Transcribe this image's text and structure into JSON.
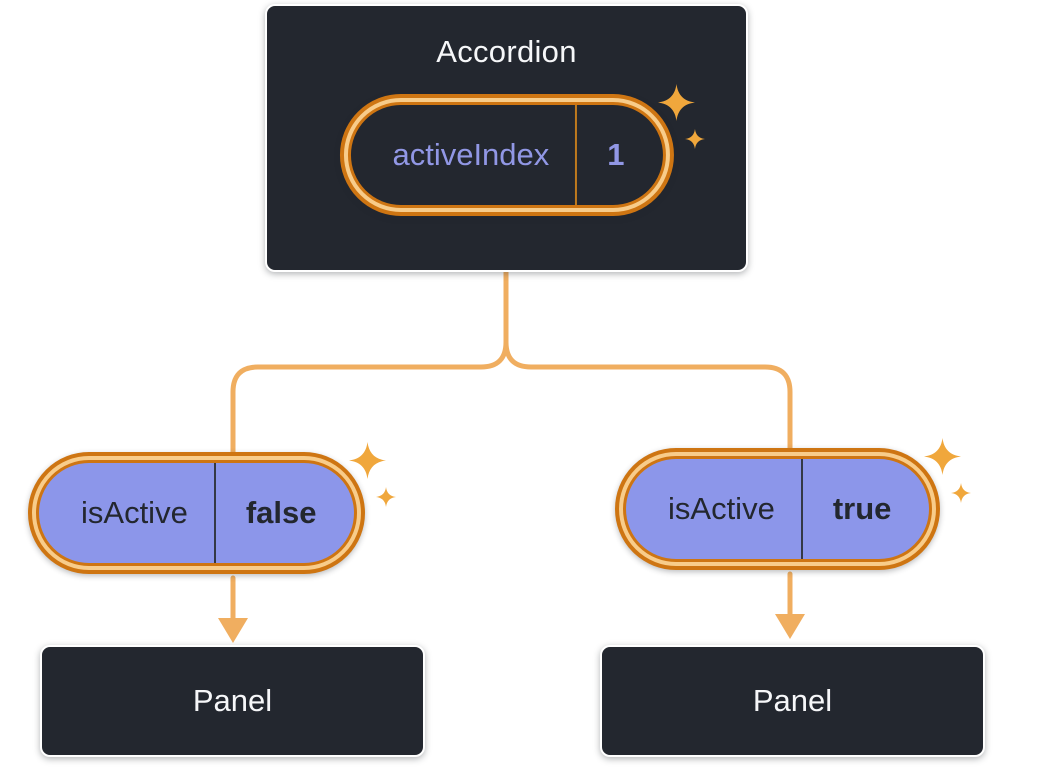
{
  "diagram": {
    "root": {
      "title": "Accordion",
      "pill": {
        "label": "activeIndex",
        "value": "1"
      }
    },
    "left": {
      "pill": {
        "label": "isActive",
        "value": "false"
      },
      "panel": "Panel"
    },
    "right": {
      "pill": {
        "label": "isActive",
        "true_note": "",
        "value": "true"
      },
      "panel": "Panel"
    }
  },
  "colors": {
    "page_bg": "#FFFFFF",
    "box_bg": "#23272F",
    "box_border": "#FFFFFF",
    "title_text": "#F6F7F9",
    "purple_text": "#9197E5",
    "pill_bg": "#8C96EA",
    "dark_text": "#23272F",
    "ring_dark": "#CE7512",
    "ring_light": "#F8CC8A",
    "divider_gold": "#BF7A1E",
    "divider_dark": "#343945",
    "connector": "#F0AE60",
    "sparkle": "#F0A73C"
  }
}
